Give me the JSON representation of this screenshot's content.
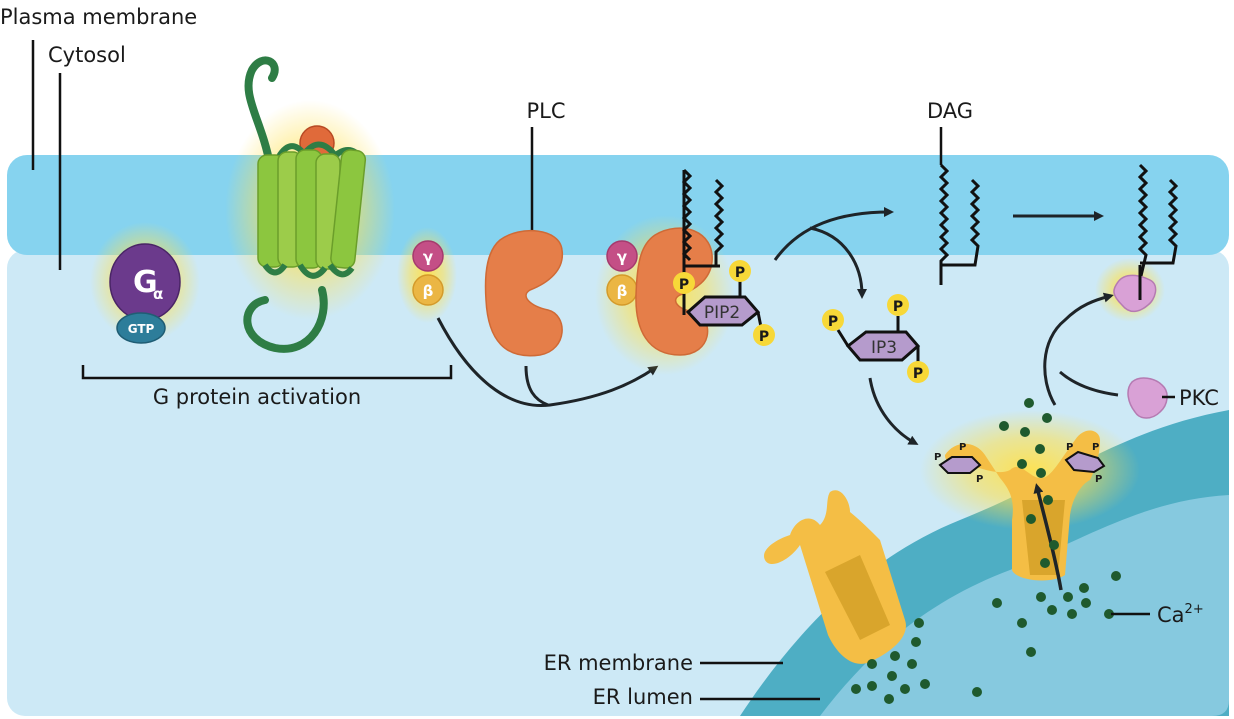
{
  "title": "Gq-coupled receptor / PLC signaling pathway",
  "labels": {
    "plasma_membrane": "Plasma membrane",
    "cytosol": "Cytosol",
    "plc": "PLC",
    "dag": "DAG",
    "pkc": "PKC",
    "ca": "Ca",
    "ca_charge": "2+",
    "er_membrane": "ER membrane",
    "er_lumen": "ER lumen",
    "g_protein_activation": "G protein activation"
  },
  "molecules": {
    "g_alpha": "G",
    "g_alpha_sub": "α",
    "gtp": "GTP",
    "gamma": "γ",
    "beta": "β",
    "pip2": "PIP2",
    "ip3": "IP3",
    "phosphate": "P"
  },
  "colors": {
    "plasma_membrane": "#86d3ef",
    "cytosol": "#cde9f6",
    "er_membrane": "#4eaec4",
    "er_lumen": "#86c9df",
    "g_alpha": "#6b3a8c",
    "gtp": "#2d7d9a",
    "gamma": "#c44f86",
    "beta": "#ebb644",
    "plc": "#e57e49",
    "receptor": "#8cc63f",
    "receptor_loop": "#2e7d45",
    "ligand": "#e06a3a",
    "pkc": "#d9a1d6",
    "phosphate": "#f7d838",
    "inositol": "#b59bcc",
    "ip3_receptor": "#f4be45",
    "calcium": "#1f5a2e",
    "glow": "#ffe14d"
  }
}
